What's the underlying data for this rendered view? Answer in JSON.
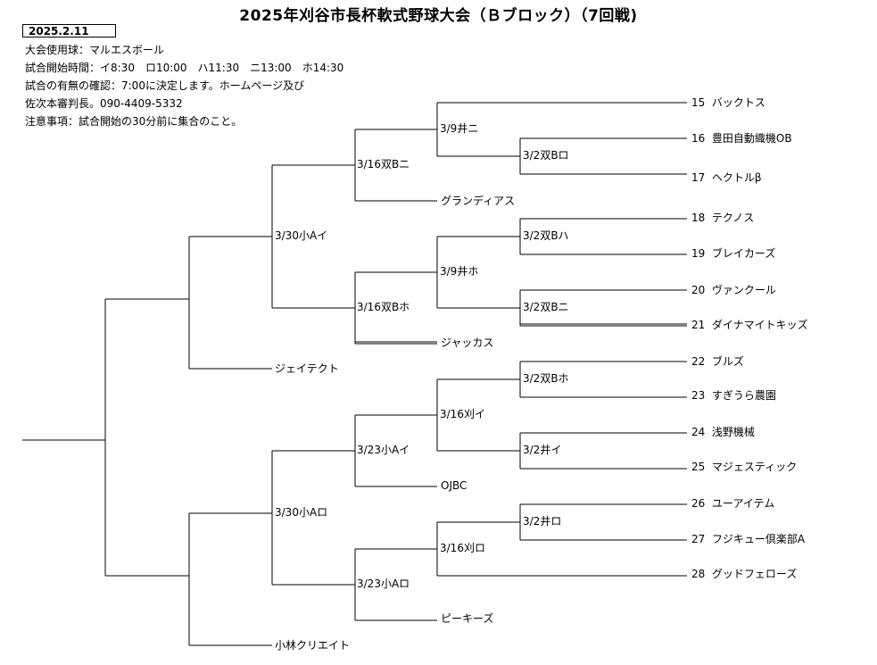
{
  "title": "2025年刈谷市長杯軟式野球大会（Ｂブロック）（7回戦)",
  "date": "2025.2.11",
  "info": [
    "大会使用球：マルエスボール",
    "試合開始時間：イ8:30　ロ10:00　ハ11:30　ニ13:00　ホ14:30",
    "試合の有無の確認：7:00に決定します。ホームページ及び",
    "佐次本審判長。090-4409-5332",
    "注意事項：試合開始の30分前に集合のこと。"
  ],
  "teams": [
    {
      "no": "15",
      "name": "バックトス"
    },
    {
      "no": "16",
      "name": "豊田自動織機OB"
    },
    {
      "no": "17",
      "name": "ヘクトルβ"
    },
    {
      "no": "18",
      "name": "テクノス"
    },
    {
      "no": "19",
      "name": "ブレイカーズ"
    },
    {
      "no": "20",
      "name": "ヴァンクール"
    },
    {
      "no": "21",
      "name": "ダイナマイトキッズ"
    },
    {
      "no": "22",
      "name": "ブルズ"
    },
    {
      "no": "23",
      "name": "すぎうら農園"
    },
    {
      "no": "24",
      "name": "浅野機械"
    },
    {
      "no": "25",
      "name": "マジェスティック"
    },
    {
      "no": "26",
      "name": "ユーアイテム"
    },
    {
      "no": "27",
      "name": "フジキュー倶楽部A"
    },
    {
      "no": "28",
      "name": "グッドフェローズ"
    }
  ],
  "seeded_teams": [
    "グランディアス",
    "ジャッカス",
    "OJBC",
    "ピーキーズ",
    "ジェイテクト",
    "小林クリエイト"
  ],
  "matches": [
    "3/2双Bロ",
    "3/2双Bハ",
    "3/2双Bニ",
    "3/2双Bホ",
    "3/2井イ",
    "3/2井ロ",
    "3/9井ニ",
    "3/9井ホ",
    "3/16刈イ",
    "3/16刈ロ",
    "3/16双Bニ",
    "3/16双Bホ",
    "3/23小Aイ",
    "3/23小Aロ",
    "3/30小Aイ",
    "3/30小Aロ"
  ]
}
